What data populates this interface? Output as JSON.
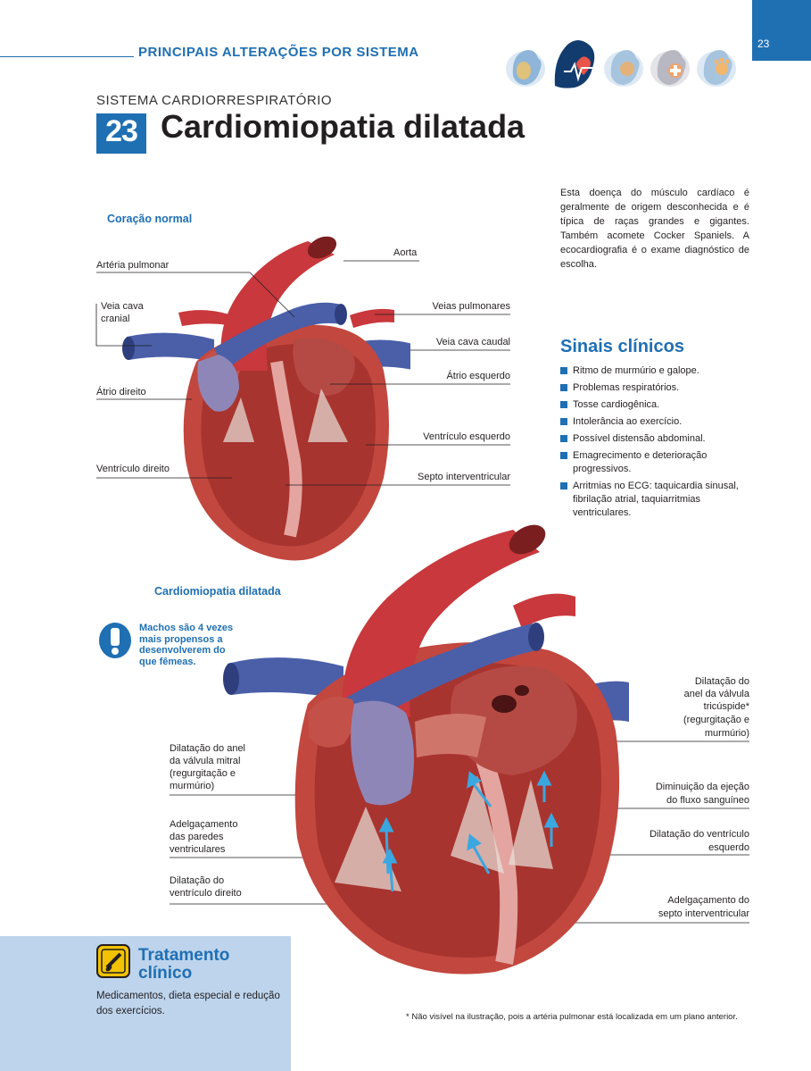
{
  "header": {
    "title": "PRINCIPAIS ALTERAÇÕES POR SISTEMA",
    "page_number": "23",
    "system_icons": [
      "dog-kidney-icon",
      "dog-heart-icon",
      "dog-digestive-icon",
      "dog-medical-cross-icon",
      "dog-paw-icon"
    ]
  },
  "section": {
    "label": "SISTEMA CARDIORRESPIRATÓRIO",
    "chapter_number": "23",
    "title": "Cardiomiopatia dilatada"
  },
  "intro": "Esta doença do músculo cardíaco é geralmente de origem desconhecida e é típica de raças grandes e gigantes. Também acomete Cocker Spaniels. A ecocardiografia é o exame diagnóstico de escolha.",
  "normal_heart": {
    "title": "Coração normal",
    "labels": {
      "aorta": "Aorta",
      "arteria_pulmonar": "Artéria pulmonar",
      "veia_cava_cranial_1": "Veia cava",
      "veia_cava_cranial_2": "cranial",
      "veias_pulmonares": "Veias pulmonares",
      "veia_cava_caudal": "Veia cava caudal",
      "atrio_esquerdo": "Átrio esquerdo",
      "atrio_direito": "Átrio direito",
      "ventriculo_esquerdo": "Ventrículo esquerdo",
      "ventriculo_direito": "Ventrículo direito",
      "septo": "Septo interventricular"
    }
  },
  "clinical_signs": {
    "title": "Sinais clínicos",
    "items": [
      "Ritmo de murmúrio e galope.",
      "Problemas respiratórios.",
      "Tosse cardiogênica.",
      "Intolerância ao exercício.",
      "Possível distensão abdominal.",
      "Emagrecimento e deterioração progressivos.",
      "Arritmias no ECG: taquicardia sinusal, fibrilação atrial, taquiarritmias ventriculares."
    ]
  },
  "dilated_heart": {
    "title": "Cardiomiopatia dilatada",
    "warning": "Machos são 4 vezes mais propensos a desenvolverem do que fêmeas.",
    "labels": {
      "mitral_1": "Dilatação do anel",
      "mitral_2": "da válvula mitral",
      "mitral_3": "(regurgitação e",
      "mitral_4": "murmúrio)",
      "paredes_1": "Adelgaçamento",
      "paredes_2": "das paredes",
      "paredes_3": "ventriculares",
      "vd_1": "Dilatação do",
      "vd_2": "ventrículo direito",
      "tric_1": "Dilatação do",
      "tric_2": "anel da válvula",
      "tric_3": "tricúspide*",
      "tric_4": "(regurgitação e",
      "tric_5": "murmúrio)",
      "ejecao_1": "Diminuição da ejeção",
      "ejecao_2": "do fluxo sanguíneo",
      "ve_1": "Dilatação do ventrículo",
      "ve_2": "esquerdo",
      "septo_1": "Adelgaçamento do",
      "septo_2": "septo interventricular"
    }
  },
  "footnote": "* Não visível na ilustração, pois a artéria pulmonar está localizada em um plano anterior.",
  "treatment": {
    "title_1": "Tratamento",
    "title_2": "clínico",
    "text": "Medicamentos, dieta especial e redução dos exercícios."
  },
  "colors": {
    "accent_blue": "#1f6fb3",
    "treatment_bg": "#bdd4ec",
    "artery_red": "#c8383c",
    "vein_blue": "#4a5fa8",
    "muscle_red": "#b8453e"
  }
}
